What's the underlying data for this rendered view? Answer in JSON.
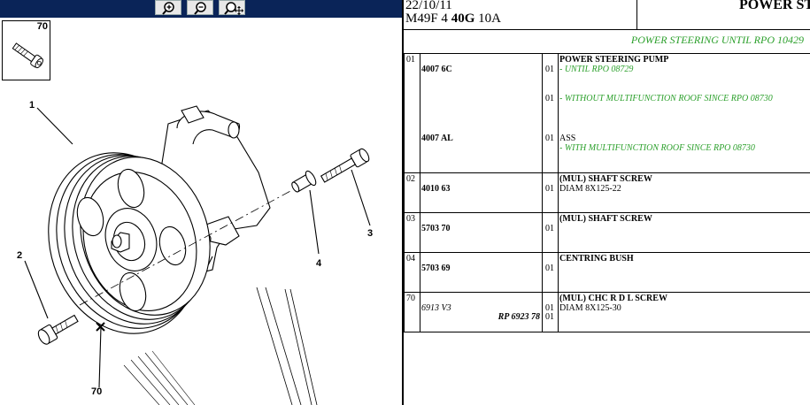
{
  "header": {
    "date": "22/10/11",
    "model_prefix": "M49F 4",
    "model_bold": "40G",
    "model_suffix": "10A",
    "title": "POWER ST"
  },
  "subtitle": "POWER STEERING UNTIL RPO 10429",
  "diagram": {
    "thumbnail_number": "70",
    "callouts": [
      "1",
      "2",
      "3",
      "4",
      "70"
    ]
  },
  "toolbar": {
    "icons": [
      "zoom-in-icon",
      "zoom-out-icon",
      "zoom-pan-icon"
    ]
  },
  "rows": [
    {
      "idx": "01",
      "lines": [
        {
          "ref": "4007 6C",
          "qty": "01",
          "desc": "POWER STEERING PUMP",
          "note": "- UNTIL RPO 08729"
        },
        {
          "qty": "01",
          "note": "- WITHOUT MULTIFUNCTION ROOF SINCE RPO 08730"
        },
        {
          "ref": "4007 AL",
          "qty": "01",
          "desc": "ASS",
          "note": "- WITH MULTIFUNCTION ROOF SINCE RPO 08730"
        }
      ]
    },
    {
      "idx": "02",
      "ref": "4010 63",
      "qty": "01",
      "desc": "(MUL) SHAFT SCREW",
      "desc2": "DIAM 8X125-22"
    },
    {
      "idx": "03",
      "ref": "5703 70",
      "qty": "01",
      "desc": "(MUL) SHAFT SCREW"
    },
    {
      "idx": "04",
      "ref": "5703 69",
      "qty": "01",
      "desc": "CENTRING BUSH"
    },
    {
      "idx": "70",
      "ref_italic": "6913 V3",
      "ref_bold": "RP 6923 78",
      "qty": "01",
      "qty2": "01",
      "desc": "(MUL) CHC R D L SCREW",
      "desc2": "DIAM 8X125-30"
    }
  ]
}
